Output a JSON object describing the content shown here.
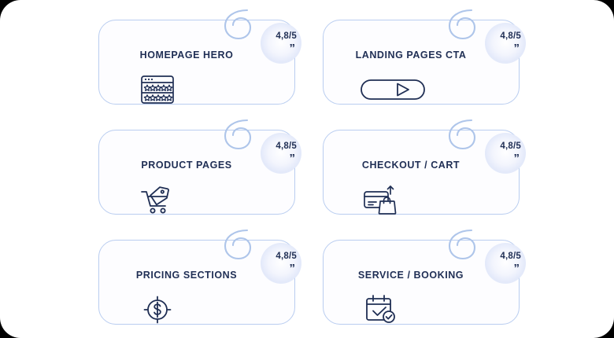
{
  "page": {
    "background_color": "#000000",
    "canvas_color": "#ffffff",
    "accent_border_color": "#b9cdf0",
    "text_color": "#1f2e54",
    "badge_glow_color": "#e3e9fa"
  },
  "cards": [
    {
      "title": "HOMEPAGE HERO",
      "icon": "browser-window-stars-icon",
      "rating": {
        "score": "4,8/5",
        "quote_mark": "”"
      }
    },
    {
      "title": "LANDING PAGES CTA",
      "icon": "cta-play-button-icon",
      "rating": {
        "score": "4,8/5",
        "quote_mark": "”"
      }
    },
    {
      "title": "PRODUCT PAGES",
      "icon": "shopping-cart-tag-icon",
      "rating": {
        "score": "4,8/5",
        "quote_mark": "”"
      }
    },
    {
      "title": "CHECKOUT / CART",
      "icon": "credit-card-bag-icon",
      "rating": {
        "score": "4,8/5",
        "quote_mark": "”"
      }
    },
    {
      "title": "PRICING SECTIONS",
      "icon": "dollar-coin-target-icon",
      "rating": {
        "score": "4,8/5",
        "quote_mark": "”"
      }
    },
    {
      "title": "SERVICE / BOOKING",
      "icon": "calendar-check-icon",
      "rating": {
        "score": "4,8/5",
        "quote_mark": "”"
      }
    }
  ]
}
